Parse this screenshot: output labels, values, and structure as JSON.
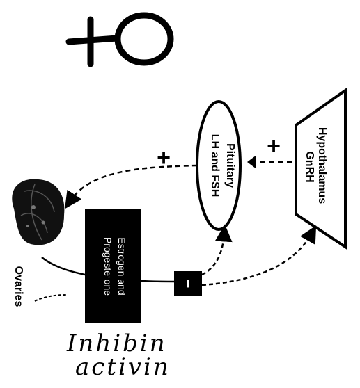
{
  "symbol": "female-symbol",
  "nodes": {
    "hypothalamus": {
      "line1": "Hypothalamus",
      "line2": "GnRH"
    },
    "pituitary": {
      "line1": "Pituitary",
      "line2": "LH and FSH"
    },
    "hormones": {
      "line1": "Estrogen and",
      "line2": "Progesterone"
    },
    "ovaries": {
      "label": "Ovaries"
    }
  },
  "signs": {
    "plus1": "+",
    "plus2": "+",
    "minus": "–"
  },
  "handwriting": {
    "line1": "Inhibin",
    "line2": "activin"
  },
  "colors": {
    "ink": "#000000",
    "background": "#ffffff",
    "box_text": "#ffffff"
  }
}
